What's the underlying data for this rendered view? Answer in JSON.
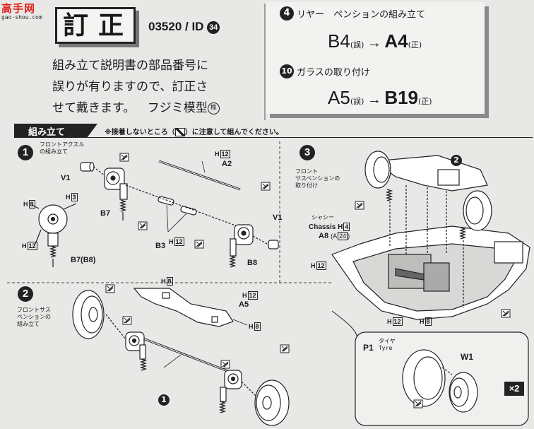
{
  "logo": {
    "mark": "高手网",
    "url": "gao-shou.com"
  },
  "correction": {
    "title_chars": [
      "訂",
      "正"
    ],
    "product_code": "03520 / ID",
    "product_num": "34",
    "body_lines": [
      "組み立て説明書の部品番号に",
      "誤りが有りますので、訂正さ",
      "せて戴きます。"
    ],
    "signature": "フジミ模型",
    "signature_mark": "株"
  },
  "errata": [
    {
      "step": "4",
      "title": "リヤー　ペンションの組み立て",
      "wrong": "B4",
      "wrong_tag": "(誤)",
      "arrow": "→",
      "right": "A4",
      "right_tag": "(正)"
    },
    {
      "step": "10",
      "title": "ガラスの取り付け",
      "wrong": "A5",
      "wrong_tag": "(誤)",
      "arrow": "→",
      "right": "B19",
      "right_tag": "(正)"
    }
  ],
  "assembly": {
    "header": "組み立て",
    "note_before": "※接着しないところ（",
    "note_after": "）に注意して組んでください。"
  },
  "step1": {
    "num": "1",
    "title_lines": [
      "フロントアクスル",
      "の組み立て"
    ],
    "labels": {
      "v1_left": "V1",
      "h8": "H",
      "h8n": "8",
      "h3": "H",
      "h3n": "3",
      "h12a": "H",
      "h12an": "12",
      "b7": "B7",
      "b7b8": "B7(B8)",
      "b3": "B3",
      "h12b": "H",
      "h12bn": "12",
      "h12c": "H",
      "h12cn": "12",
      "a2": "A2",
      "v1_right": "V1",
      "b8": "B8"
    }
  },
  "step2": {
    "num": "2",
    "title_lines": [
      "フロントサス",
      "ペンションの",
      "組み立て"
    ],
    "labels": {
      "h8a": "H",
      "h8an": "8",
      "h12": "H",
      "h12n": "12",
      "a5": "A5",
      "h8b": "H",
      "h8bn": "8",
      "one": "1"
    }
  },
  "step3": {
    "num": "3",
    "title_lines": [
      "フロント",
      "サスペンションの",
      "取り付け"
    ],
    "labels": {
      "two": "2",
      "chassis_jp": "シャシー",
      "chassis_en": "Chassis",
      "h4": "H",
      "h4n": "4",
      "a24": "A",
      "a24n": "24",
      "a8": "A8",
      "h12a": "H",
      "h12an": "12",
      "h12b": "H",
      "h12bn": "12",
      "h8": "H",
      "h8n": "8"
    }
  },
  "tire": {
    "p1": "P1",
    "tyre_jp": "タイヤ",
    "tyre_en": "Tyre",
    "w1": "W1",
    "qty": "×2"
  }
}
